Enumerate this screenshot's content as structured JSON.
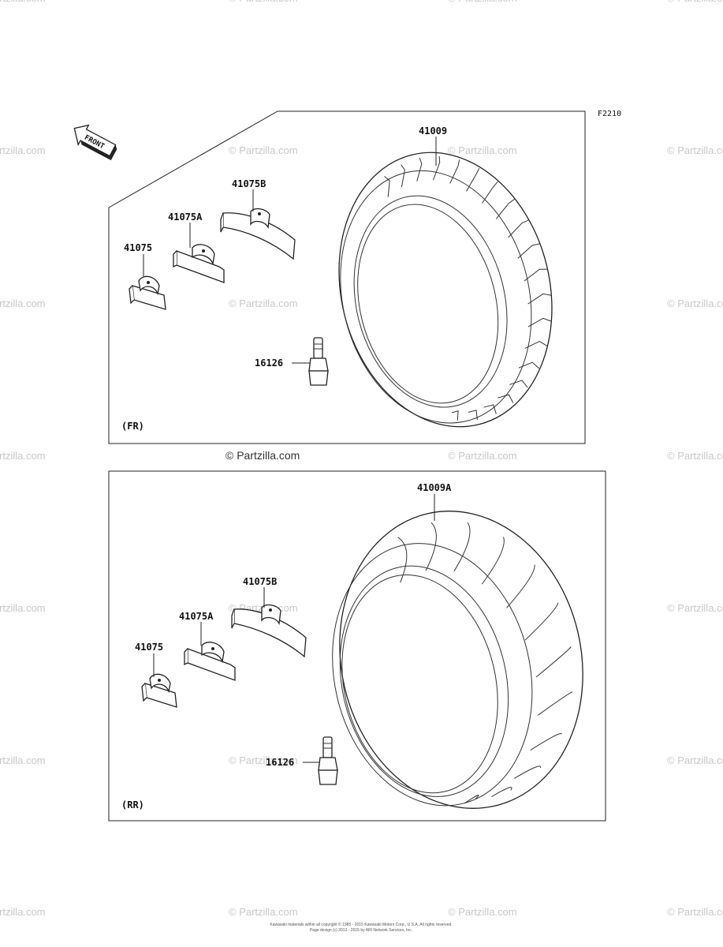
{
  "figure_code": "F2210",
  "front_arrow": {
    "text": "FRONT"
  },
  "watermark": {
    "text": "© Partzilla.com",
    "main_text": "© Partzilla.com"
  },
  "front": {
    "tag": "(FR)",
    "tire": "41009",
    "weight_b": "41075B",
    "weight_a": "41075A",
    "weight": "41075",
    "valve": "16126"
  },
  "rear": {
    "tag": "(RR)",
    "tire": "41009A",
    "weight_b": "41075B",
    "weight_a": "41075A",
    "weight": "41075",
    "valve": "16126"
  },
  "footer": {
    "line1": "Kawasaki materials within all copyright © 1985 - 2015 Kawasaki Motors Corp., U.S.A. All rights reserved.",
    "line2": "Page design (c) 2013 - 2015 by ARI Network Services, Inc."
  }
}
